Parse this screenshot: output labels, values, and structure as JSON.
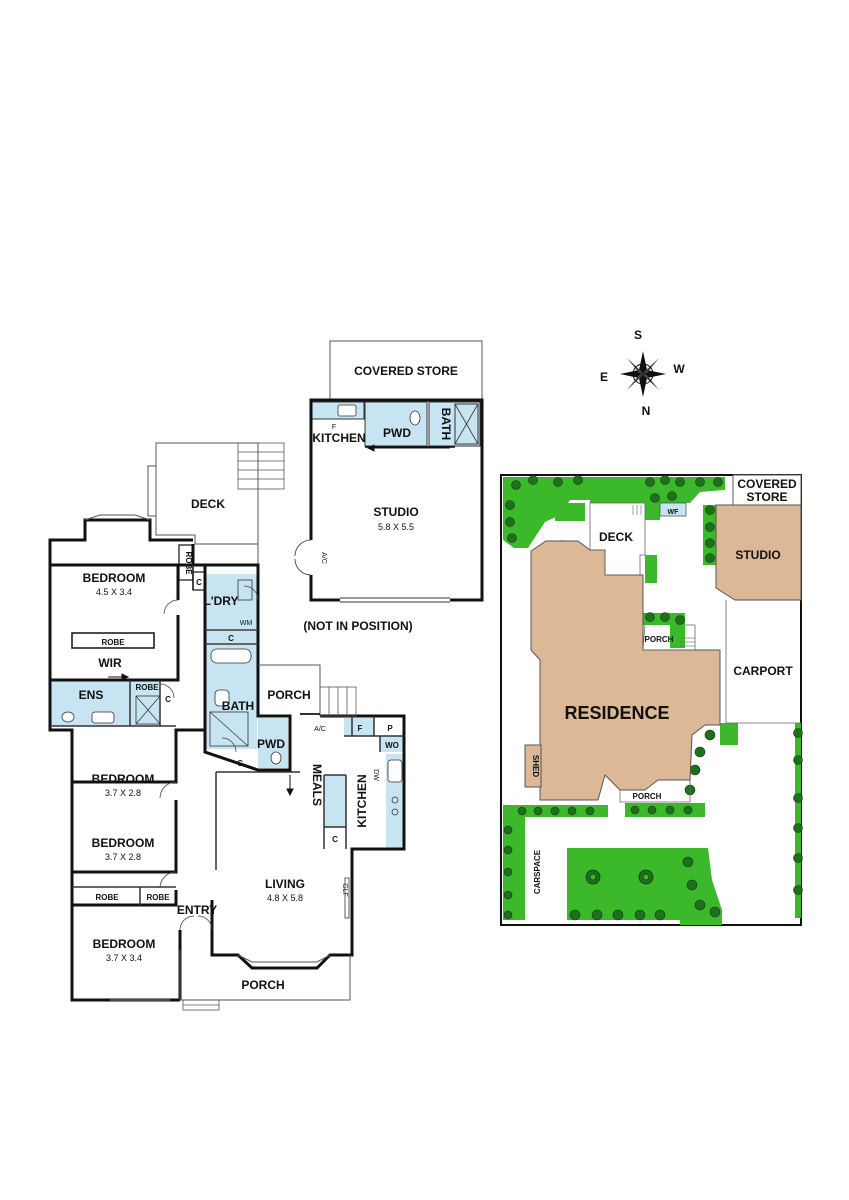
{
  "floor_plan": {
    "rooms": {
      "covered_store": "COVERED STORE",
      "kitchen_studio": "KITCHEN",
      "studio_fridge": "F",
      "pwd_studio": "PWD",
      "bath_studio": "BATH",
      "studio": "STUDIO",
      "studio_dim": "5.8 X 5.5",
      "studio_ac": "A/C",
      "not_in_position": "(NOT IN POSITION)",
      "deck": "DECK",
      "bedroom1": "BEDROOM",
      "bedroom1_dim": "4.5 X 3.4",
      "robe_vertical": "ROBE",
      "cupboard_a": "C",
      "laundry": "L'DRY",
      "wm": "WM",
      "cupboard_b": "C",
      "robe_wir": "ROBE",
      "wir": "WIR",
      "ens": "ENS",
      "robe_ens": "ROBE",
      "cupboard_c": "C",
      "bath": "BATH",
      "porch_rear": "PORCH",
      "ac_rear": "A/C",
      "pwd": "PWD",
      "cupboard_d": "C",
      "fridge": "F",
      "pantry": "P",
      "wall_oven": "WO",
      "dw": "DW",
      "bedroom2": "BEDROOM",
      "bedroom2_dim": "3.7 X 2.8",
      "meals": "MEALS",
      "kitchen": "KITCHEN",
      "cupboard_e": "C",
      "bedroom3": "BEDROOM",
      "bedroom3_dim": "3.7 X 2.8",
      "living": "LIVING",
      "living_dim": "4.8 X 5.8",
      "glf": "GLF",
      "robe_left": "ROBE",
      "robe_right": "ROBE",
      "entry": "ENTRY",
      "bedroom4": "BEDROOM",
      "bedroom4_dim": "3.7 X 3.4",
      "porch_front": "PORCH"
    }
  },
  "compass": {
    "north": "N",
    "south": "S",
    "east": "E",
    "west": "W"
  },
  "site_plan": {
    "covered_store_line1": "COVERED",
    "covered_store_line2": "STORE",
    "wf": "WF",
    "deck": "DECK",
    "studio": "STUDIO",
    "porch_rear": "PORCH",
    "carport": "CARPORT",
    "residence": "RESIDENCE",
    "shed": "SHED",
    "porch_front": "PORCH",
    "carspace": "CARSPACE"
  },
  "colors": {
    "wet_area": "#c7e4f3",
    "residence": "#dcb896",
    "garden": "#3cb82b",
    "tree": "#2b7a2b",
    "wall": "#111111"
  }
}
